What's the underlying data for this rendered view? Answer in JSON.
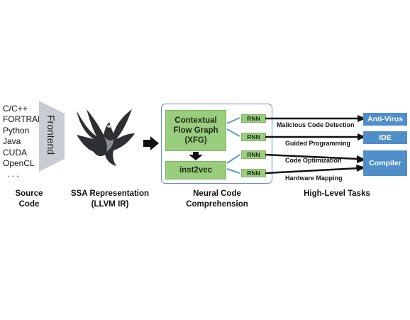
{
  "source": {
    "languages": [
      "C/C++",
      "FORTRAN",
      "Python",
      "Java",
      "CUDA",
      "OpenCL",
      ". . ."
    ],
    "caption": "Source\nCode"
  },
  "frontend": {
    "label": "Frontend"
  },
  "ssa": {
    "caption": "SSA Representation\n(LLVM IR)"
  },
  "ncc": {
    "xfg_label": "Contextual\nFlow Graph\n(XFG)",
    "inst2vec_label": "inst2vec",
    "rnn_label": "RNN",
    "caption": "Neural Code\nComprehension"
  },
  "tasks": {
    "caption": "High-Level Tasks",
    "edges": [
      "Malicious Code Detection",
      "Guided Programming",
      "Code Optimization",
      "Hardware Mapping"
    ],
    "targets": [
      "Anti-Virus",
      "IDE",
      "Compiler"
    ]
  },
  "colors": {
    "green": "#9acd7e",
    "blue": "#4f8ec9",
    "frontend_gray": "#c9cdd3",
    "box_border": "#6a8fc0"
  },
  "icons": [
    "dragon-logo-icon",
    "right-arrow-icon"
  ]
}
